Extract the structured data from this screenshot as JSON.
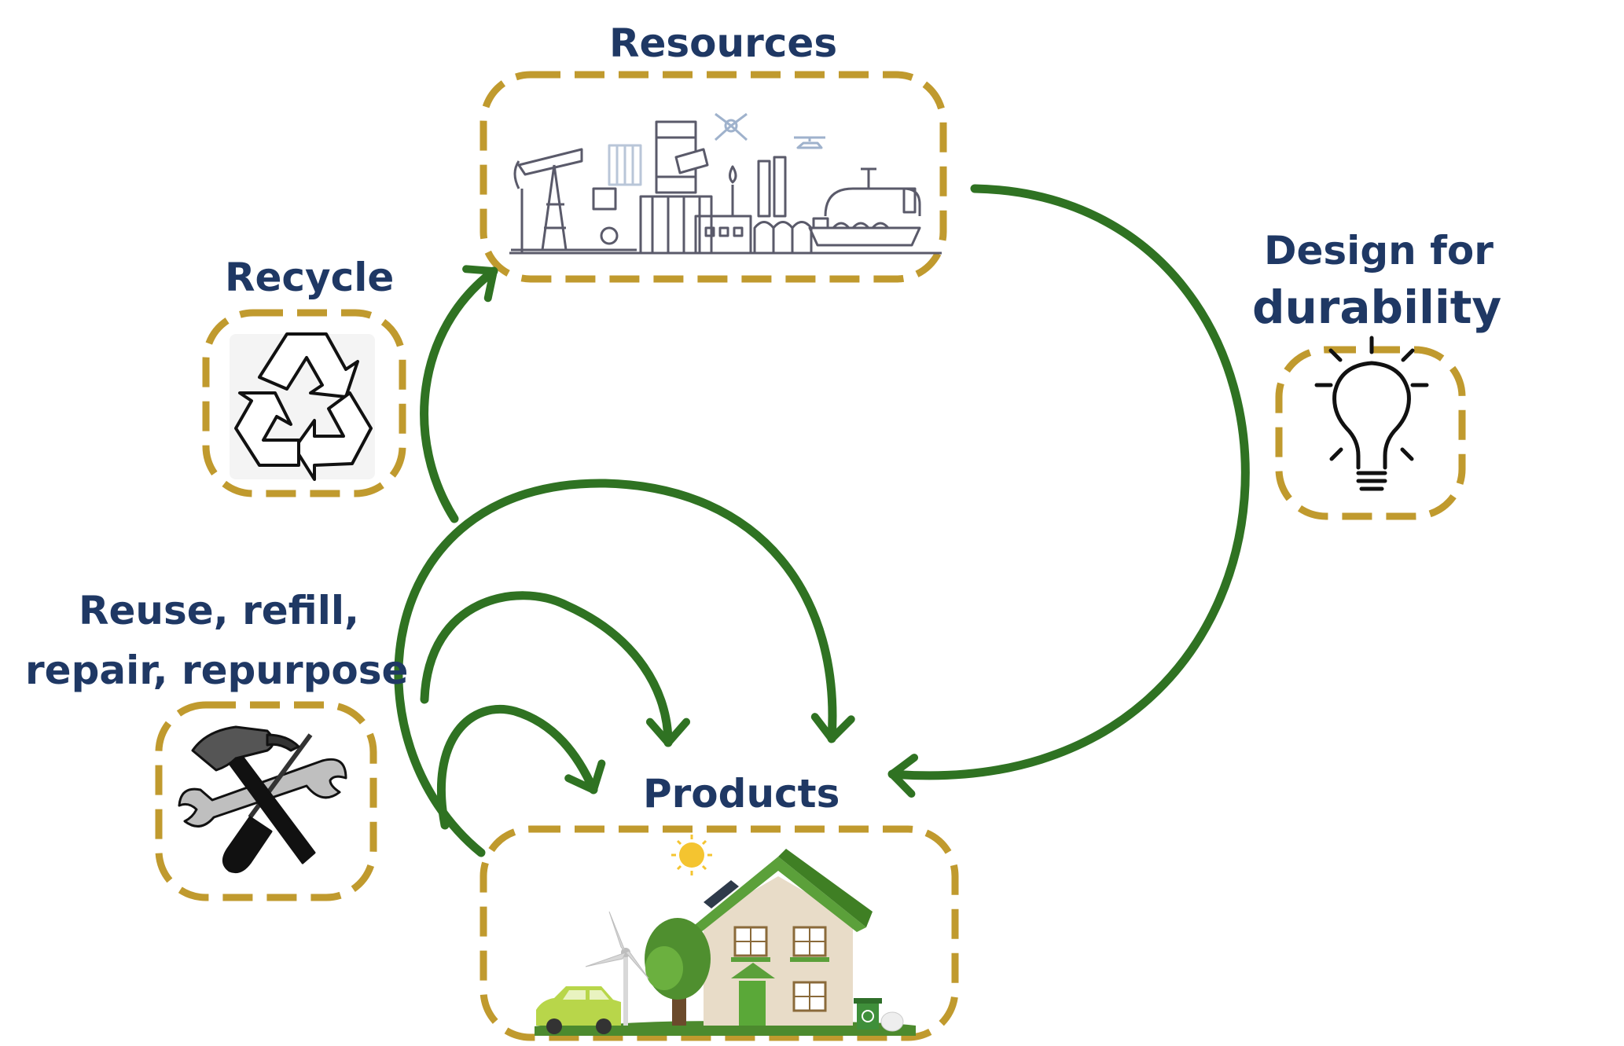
{
  "labels": {
    "resources": "Resources",
    "recycle": "Recycle",
    "design_line1": "Design for",
    "design_line2": "durability",
    "reuse_line1": "Reuse, refill,",
    "reuse_line2": "repair, repurpose",
    "products": "Products"
  },
  "icons": {
    "resources": "industry-skyline-icon",
    "recycle": "recycle-icon",
    "design": "lightbulb-icon",
    "reuse": "hammer-wrench-screwdriver-icon",
    "products": "eco-house-icon"
  },
  "colors": {
    "title_text": "#1f3864",
    "dashed_border": "#c09a2e",
    "arrow": "#2f7222",
    "roof": "#5ba03a"
  }
}
